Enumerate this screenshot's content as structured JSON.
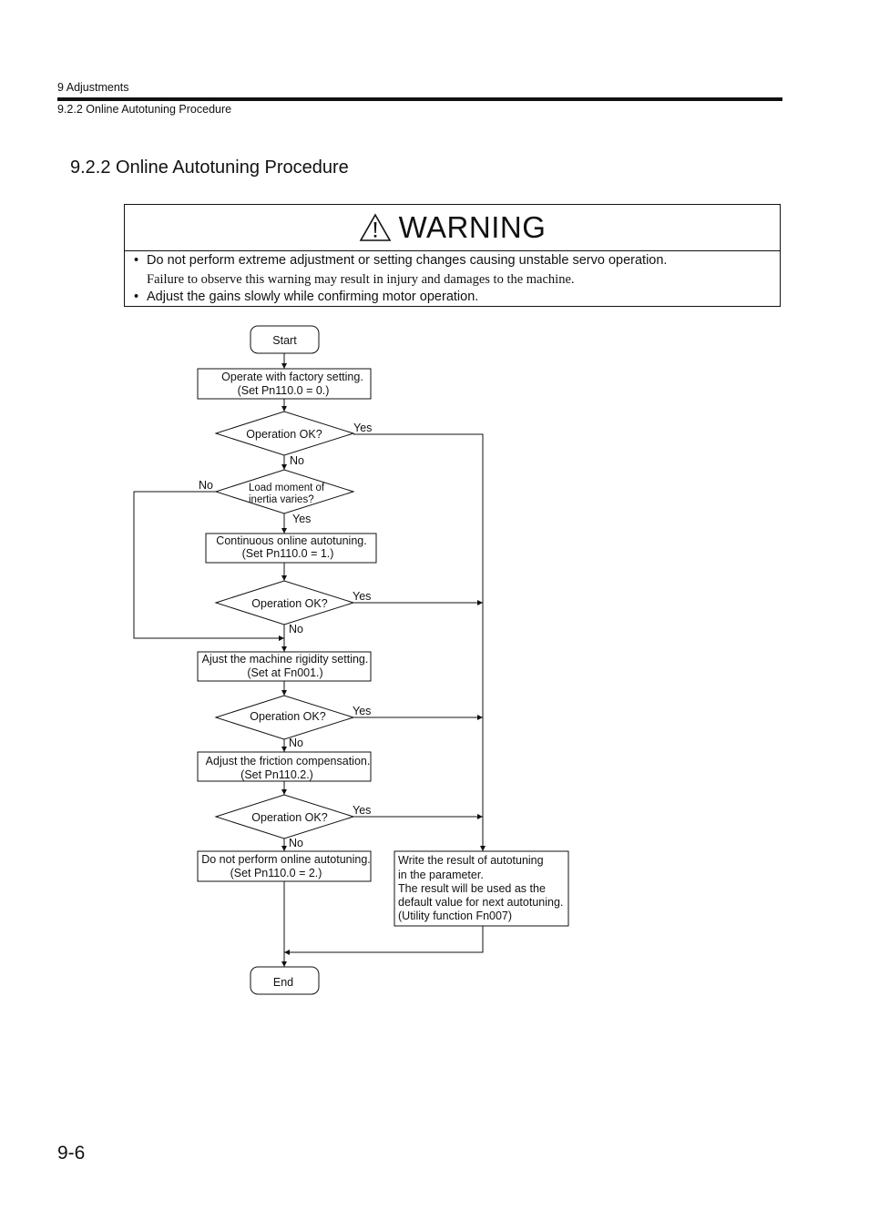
{
  "header": {
    "chapter": "9  Adjustments",
    "section": "9.2.2  Online Autotuning Procedure"
  },
  "section_title": "9.2.2  Online Autotuning Procedure",
  "warning": {
    "icon": "warning-triangle-icon",
    "title": "WARNING",
    "line1": "Do not perform extreme adjustment or setting changes causing unstable servo operation.",
    "note1": "Failure to observe this warning may result in injury and damages to the machine.",
    "line2": "Adjust the gains slowly while confirming motor operation.",
    "bullet": "•"
  },
  "flowchart": {
    "start": "Start",
    "step_factory_1": "Operate with factory setting.",
    "step_factory_2": "(Set Pn110.0 = 0.)",
    "decision_1": "Operation OK?",
    "decision_inertia_1": "Load moment of",
    "decision_inertia_2": "inertia varies?",
    "step_continuous_1": "Continuous online autotuning.",
    "step_continuous_2": "(Set Pn110.0 = 1.)",
    "decision_2": "Operation OK?",
    "step_rigidity_1": "Ajust the machine rigidity setting.",
    "step_rigidity_2": "(Set at Fn001.)",
    "decision_3": "Operation OK?",
    "step_friction_1": "Adjust the friction compensation.",
    "step_friction_2": "(Set Pn110.2.)",
    "decision_4": "Operation OK?",
    "step_noauto_1": "Do not perform online autotuning.",
    "step_noauto_2": "(Set Pn110.0 = 2.)",
    "step_write_1": "Write the result of autotuning",
    "step_write_2": "in the parameter.",
    "step_write_3": "The result will be used as the",
    "step_write_4": "default value for next autotuning.",
    "step_write_5": "(Utility function Fn007)",
    "end": "End",
    "yes": "Yes",
    "no": "No"
  },
  "page_number": "9-6"
}
